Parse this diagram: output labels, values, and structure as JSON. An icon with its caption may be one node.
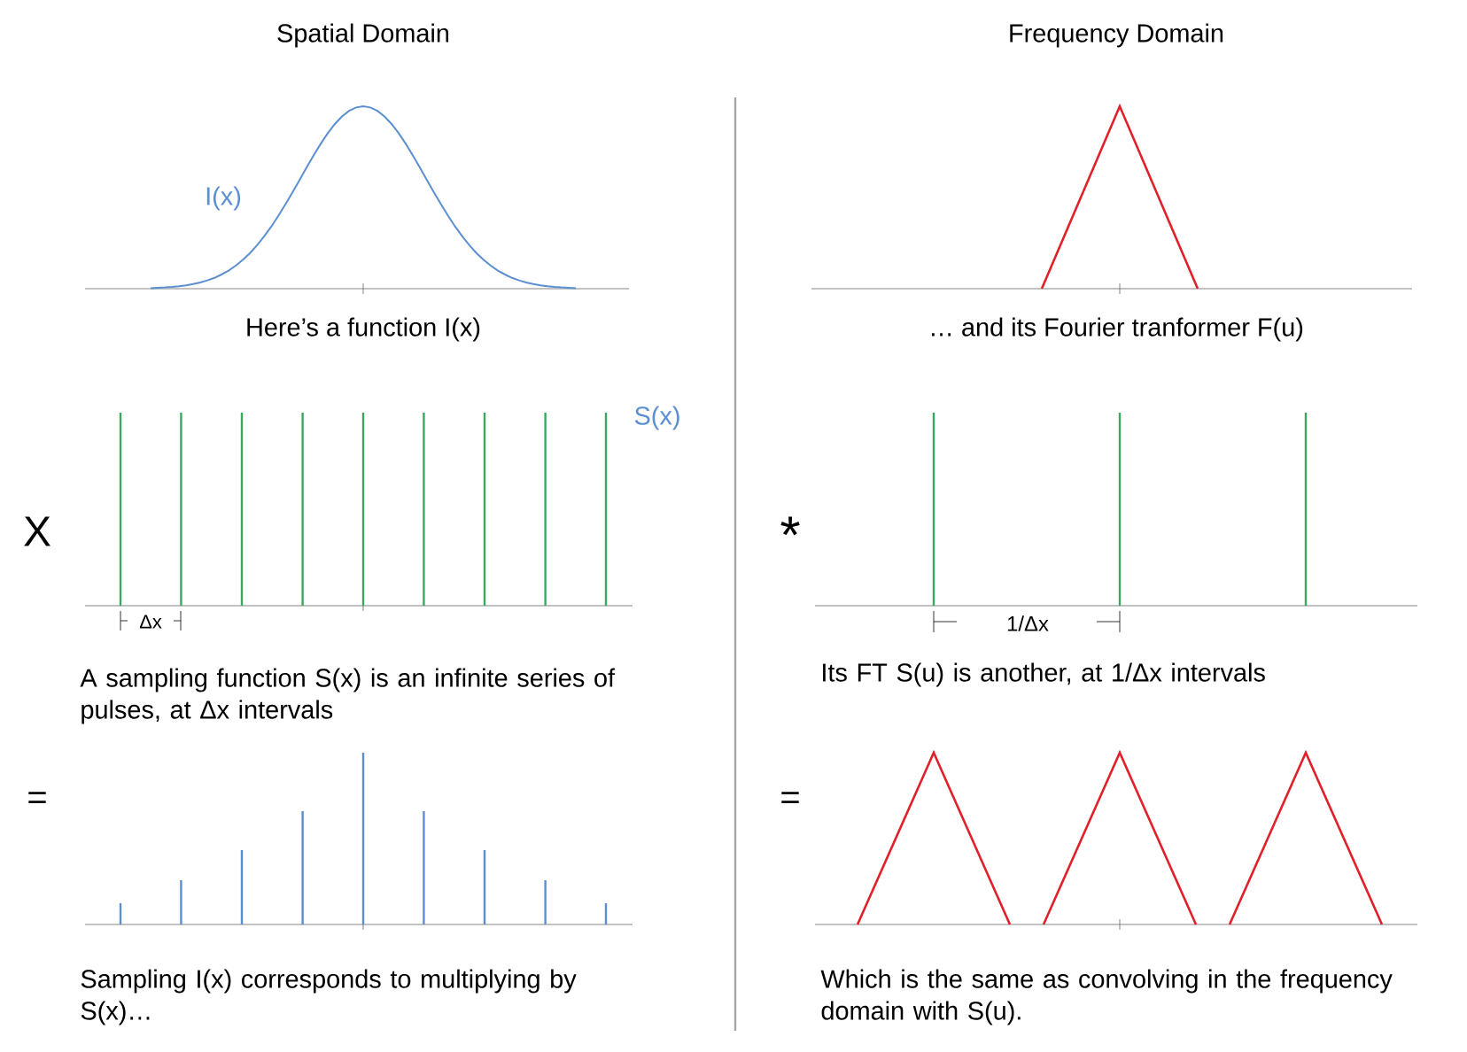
{
  "diagram": {
    "labels": [
      "Spatial Domain",
      "Frequency Domain",
      "I(x)",
      "Here’s a function I(x)",
      "… and its Fourier tranformer F(u)",
      "S(x)",
      "X",
      "*",
      "Δx",
      "1/Δx",
      "A sampling function S(x) is an infinite series of pulses, at Δx intervals",
      "Its FT S(u) is another, at 1/Δx intervals",
      "=",
      "=",
      "Sampling I(x) corresponds to multiplying by S(x)…",
      "Which is the same as convolving in the frequency domain with S(u)."
    ]
  }
}
